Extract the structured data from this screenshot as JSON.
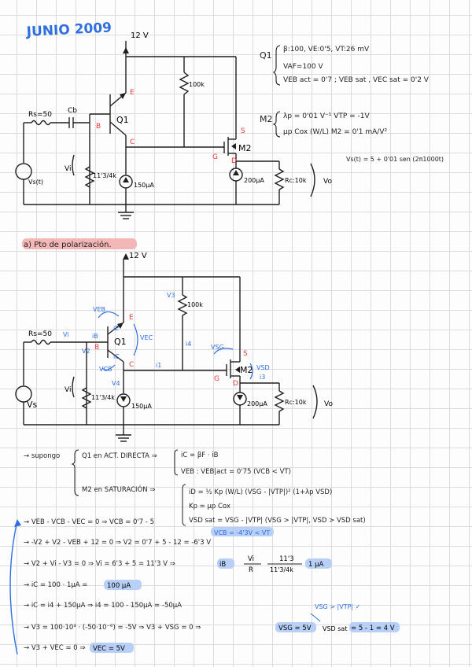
{
  "title": "JUNIO 2009",
  "colors": {
    "ink": "#1f1f1f",
    "blue": "#2f6fe0",
    "red": "#e23b3b",
    "highlight": "#b8cff7",
    "section_highlight": "#f4b7b7"
  },
  "top_circuit": {
    "vcc": "12 V",
    "rs": "Rs=50",
    "cb": "Cb",
    "q1": "Q1",
    "m2": "M2",
    "r_top": "100k",
    "r_bias": "11'3/4k",
    "i_q1": "150µA",
    "i_m2": "200µA",
    "rc": "Rc:10k",
    "vo": "Vo",
    "vs": "Vs(t)",
    "vi": "Vi",
    "pin_e": "E",
    "pin_b": "B",
    "pin_c": "C",
    "pin_s": "S",
    "pin_g": "G",
    "pin_d": "D"
  },
  "params": {
    "q1_label": "Q1",
    "q1_line1": "β:100,  VE:0'5,  VT:26 mV",
    "q1_line2": "VAF=100 V",
    "q1_line3": "VEB act = 0'7 ;  VEB sat ,  VEC sat = 0'2 V",
    "m2_label": "M2",
    "m2_line1": "λp = 0'01 V⁻¹        VTP = -1V",
    "m2_line2": "μp Cox (W/L) M2 = 0'1 mA/V²",
    "vs_eq": "Vs(t) = 5 + 0'01 sen (2π1000t)"
  },
  "section_a": "a) Pto de polarización.",
  "bottom_circuit": {
    "vcc": "12 V",
    "rs": "Rs=50",
    "q1": "Q1",
    "m2": "M2",
    "r_top": "100k",
    "r_bias": "11'3/4k",
    "i_q1": "150µA",
    "i_m2": "200µA",
    "rc": "Rc:10k",
    "vo": "Vo",
    "vs": "Vs",
    "vi": "Vi",
    "v3": "V3",
    "v4": "V4",
    "v2": "V2",
    "vi_blue": "Vi",
    "ib": "iB",
    "ic": "iC",
    "ie": "iE",
    "i4": "i4",
    "i1": "i1",
    "i3": "i3",
    "veb": "VEB",
    "vcb": "VCB",
    "vec": "VEC",
    "vsg": "VSG",
    "vsd": "VSD",
    "pin_e": "E",
    "pin_b": "B",
    "pin_c": "C",
    "pin_s": "S",
    "pin_g": "G",
    "pin_d": "D"
  },
  "analysis": {
    "suppose": "→ supongo",
    "q1_active": "Q1 en ACT. DIRECTA ⇒",
    "ic_eq": "iC = βF · iB",
    "veb_eq": "VEB : VEB|act = 0'75  (VCB < VT)",
    "m2_sat": "M2 en SATURACIÓN ⇒",
    "id_eq": "iD = ½ Kp (W/L) (VSG - |VTP|)² (1+λp VSD)",
    "kp_eq": "Kp = μp Cox",
    "vsd_sat_eq": "VSD sat = VSG - |VTP|   (VSG > |VTP|, VSD > VSD sat)",
    "line1": "→ VEB - VCB - VEC = 0 ⇒ VCB = 0'7 - 5",
    "line1_note": "VCB = -4'3V < VT",
    "line2": "→ -V2 + V2 - VEB + 12 = 0 ⇒ V2 = 0'7 + 5 - 12 = -6'3 V",
    "line3": "→ V2 + Vi - V3 = 0 ⇒ Vi = 6'3 + 5 = 11'3 V ⇒",
    "line3_ib": "iB",
    "line3_frac_num": "Vi",
    "line3_frac_den": "R",
    "line3_frac2_num": "11'3",
    "line3_frac2_den": "11'3/4k",
    "line3_result": "1 µA",
    "line4": "→ iC = 100 · 1µA =",
    "line4_result": "100 µA",
    "line5": "→ iC = i4 + 150µA ⇒ i4 = 100 - 150µA = -50µA",
    "line6": "→ V3 = 100·10³ · (-50·10⁻⁶) = -5V   ⇒ V3 + VSG = 0 ⇒",
    "line6_vsg": "VSG = 5V",
    "line6_check": "VSG > |VTP| ✓",
    "line6_vsd": "VSD sat",
    "line6_result": "= 5 - 1 = 4 V",
    "line7": "→ V3 + VEC = 0 ⇒",
    "line7_result": "VEC = 5V"
  }
}
